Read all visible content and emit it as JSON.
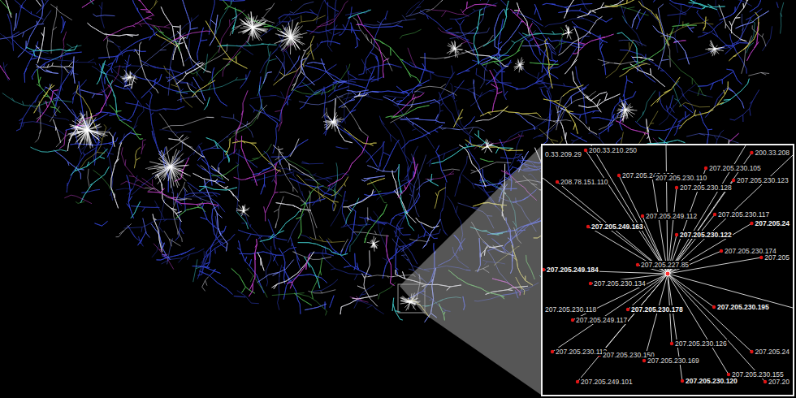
{
  "diagram": {
    "labels": [
      "200.33.210.250",
      "0.33.209.29",
      "200.33.208",
      "207.205.230.105",
      "207.205.249.120",
      "207.205.230.110",
      "207.205.230.123",
      "208.78.151.110",
      "207.205.230.128",
      "207.205.249.112",
      "207.205.230.117",
      "207.205.249.163",
      "207.205.24",
      "207.205.230.122",
      "207.205.230.174",
      "207.205",
      "207.205.249.184",
      "207.205.227.85",
      "207.205.230.134",
      "207.205.230.118",
      "207.205.230.178",
      "207.205.230.195",
      "207.205.249.117",
      "207.205.230.126",
      "207.205.230.112",
      "207.205.230.150",
      "207.205.24",
      "207.205.230.169",
      "207.205.230.155",
      "207.205.249.101",
      "207.205.230.120",
      "207.20"
    ]
  }
}
